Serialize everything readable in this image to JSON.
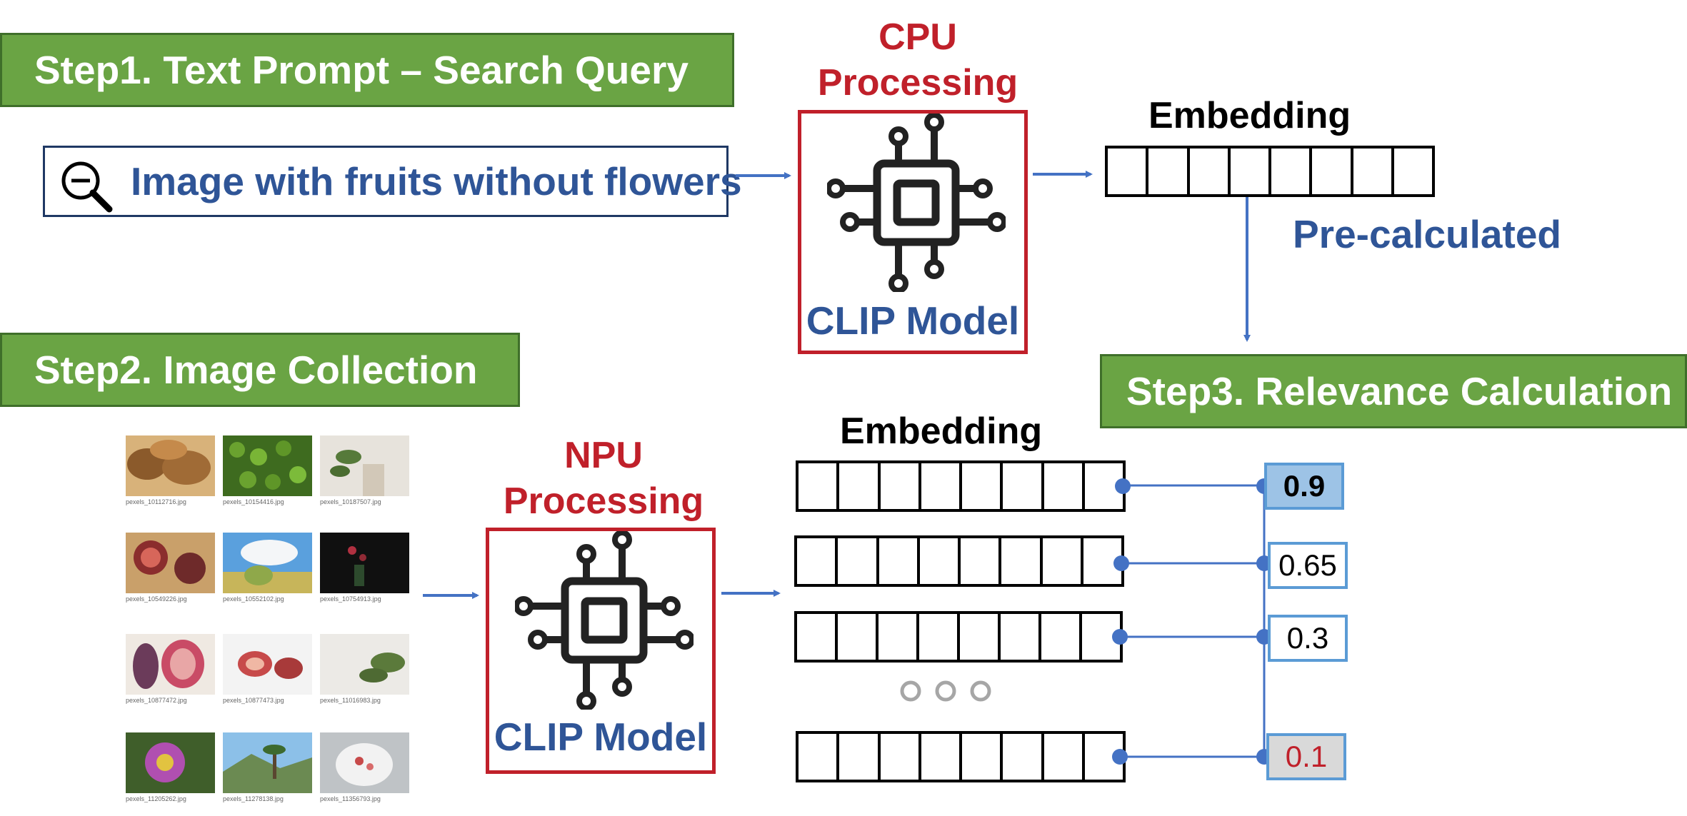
{
  "steps": {
    "step1": "Step1. Text Prompt – Search Query",
    "step2": "Step2. Image Collection",
    "step3": "Step3. Relevance Calculation"
  },
  "query": {
    "text": "Image with fruits without flowers",
    "icon": "zoom-out-magnifier-icon"
  },
  "cpu": {
    "title_line1": "CPU",
    "title_line2": "Processing",
    "model": "CLIP Model",
    "icon": "chip-icon"
  },
  "npu": {
    "title_line1": "NPU",
    "title_line2": "Processing",
    "model": "CLIP Model",
    "icon": "chip-icon"
  },
  "text_embedding": {
    "title": "Embedding",
    "note": "Pre-calculated",
    "cells": 8
  },
  "image_embedding": {
    "title": "Embedding",
    "cells": 8,
    "rows": 4
  },
  "scores": [
    {
      "value": "0.9",
      "highlight": "top"
    },
    {
      "value": "0.65",
      "highlight": "none"
    },
    {
      "value": "0.3",
      "highlight": "none"
    },
    {
      "value": "0.1",
      "highlight": "bottom"
    }
  ],
  "gallery": {
    "captions": [
      "pexels_10112716.jpg",
      "pexels_10154416.jpg",
      "pexels_10187507.jpg",
      "pexels_10549226.jpg",
      "pexels_10552102.jpg",
      "pexels_10754913.jpg",
      "pexels_10877472.jpg",
      "pexels_10877473.jpg",
      "pexels_11016983.jpg",
      "pexels_11205262.jpg",
      "pexels_11278138.jpg",
      "pexels_11356793.jpg"
    ]
  },
  "colors": {
    "step_green": "#6aa444",
    "accent_red": "#c0202a",
    "accent_blue": "#2f5597",
    "arrow_blue": "#4472c4",
    "score_border": "#5b9bd5",
    "top_score_fill": "#9dc3e6",
    "low_score_fill": "#d9d9d9"
  }
}
